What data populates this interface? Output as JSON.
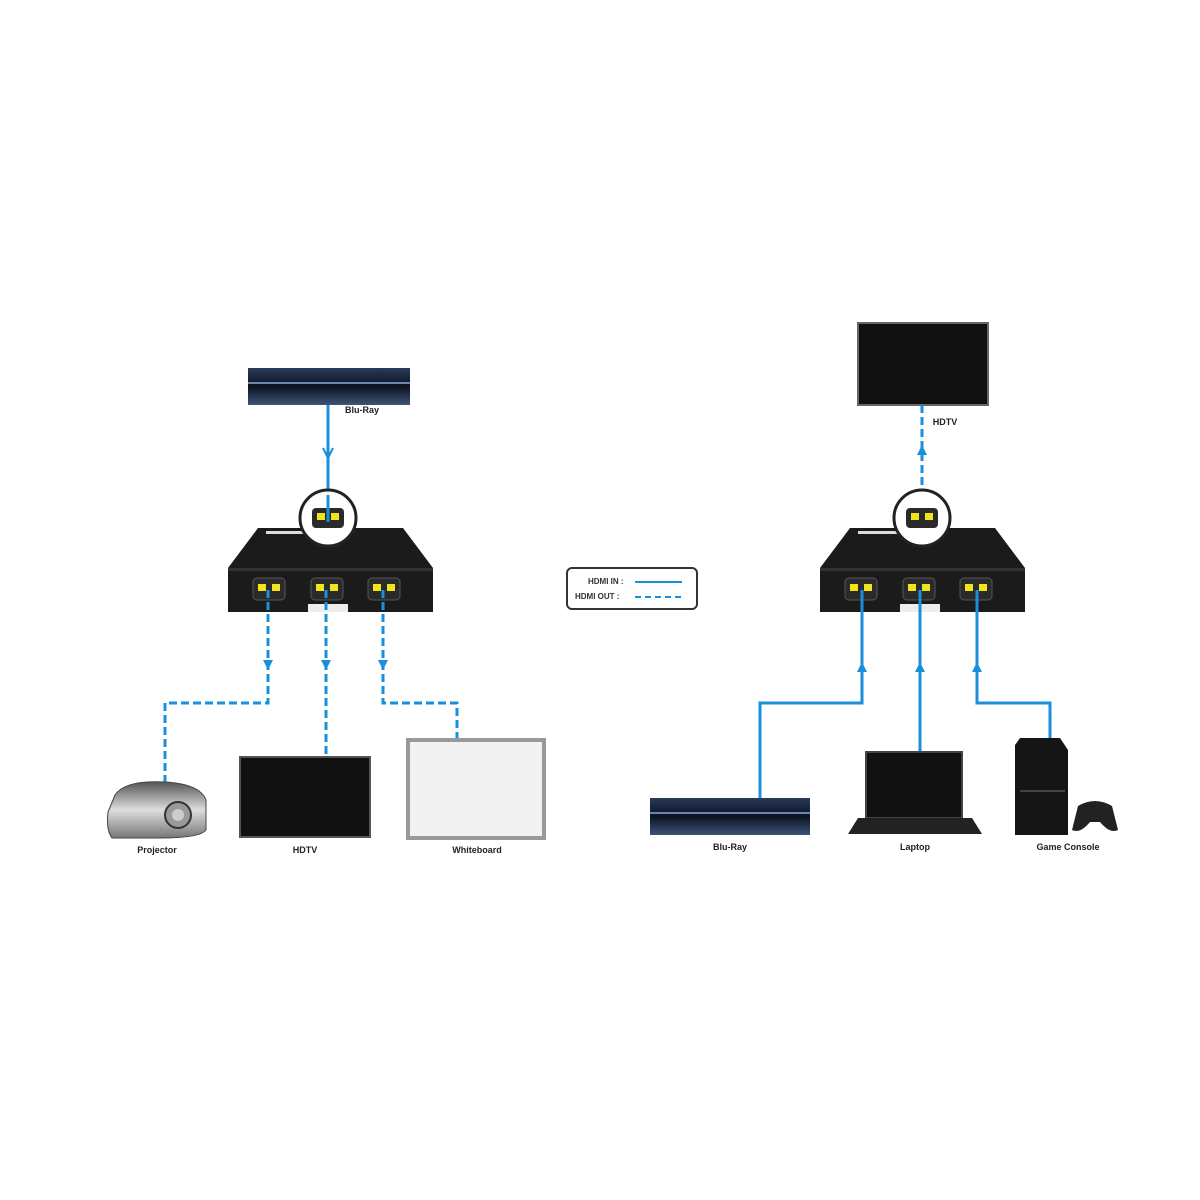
{
  "colors": {
    "cable": "#1a8fdc",
    "device": "#1b1b1b",
    "port": "#f2e41a"
  },
  "left": {
    "source": "Blu-Ray",
    "outputs": [
      "Projector",
      "HDTV",
      "Whiteboard"
    ]
  },
  "right": {
    "display": "HDTV",
    "inputs": [
      "Blu-Ray",
      "Laptop",
      "Game Console"
    ]
  },
  "legend": {
    "in_label": "HDMI IN :",
    "out_label": "HDMI OUT :"
  }
}
